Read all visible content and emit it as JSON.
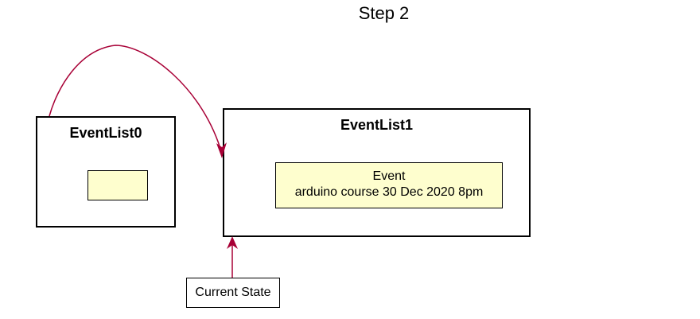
{
  "title": "Step 2",
  "packages": [
    {
      "name": "EventList0",
      "objects": [
        {
          "label": "",
          "detail": ""
        }
      ]
    },
    {
      "name": "EventList1",
      "objects": [
        {
          "label": "Event",
          "detail": "arduino course 30 Dec 2020 8pm"
        }
      ]
    }
  ],
  "note": "Current State",
  "colors": {
    "object_fill": "#fefece",
    "arrow": "#a80036",
    "border": "#000000"
  }
}
